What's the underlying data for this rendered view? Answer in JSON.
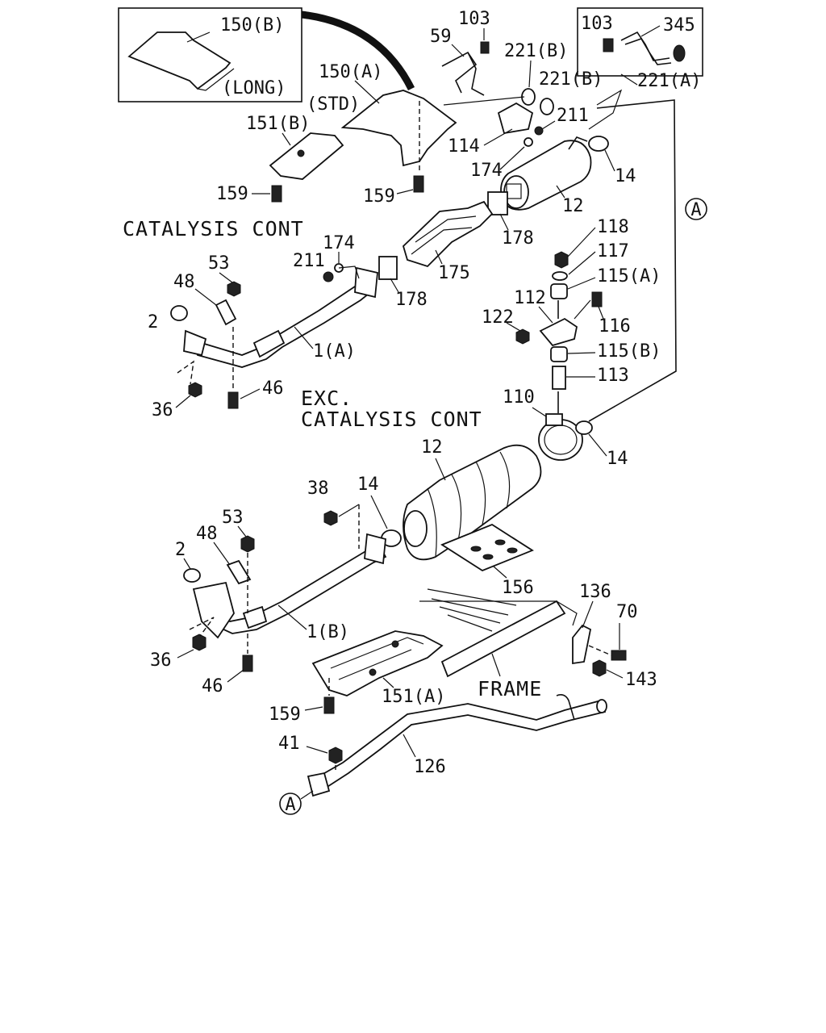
{
  "captions": {
    "catalysis": "CATALYSIS CONT",
    "exc_line1": "EXC.",
    "exc_line2": "CATALYSIS CONT",
    "frame": "FRAME",
    "long": "(LONG)",
    "std": "(STD)"
  },
  "ref_marker": "A",
  "labels": {
    "p150b": "150(B)",
    "p150a": "150(A)",
    "p151b": "151(B)",
    "p159_top_left": "159",
    "p159_top_mid": "159",
    "p59": "59",
    "p103_top": "103",
    "p221b_1": "221(B)",
    "p221b_2": "221(B)",
    "p211_top": "211",
    "p114": "114",
    "p174_top": "174",
    "p103_box": "103",
    "p345": "345",
    "p221a": "221(A)",
    "p14_top": "14",
    "p12_top": "12",
    "p178_right": "178",
    "p175": "175",
    "p178_left": "178",
    "p211_mid": "211",
    "p174_mid": "174",
    "p53_top": "53",
    "p48_top": "48",
    "p2_top": "2",
    "p1a": "1(A)",
    "p36_top": "36",
    "p46_top": "46",
    "p118": "118",
    "p117": "117",
    "p115a": "115(A)",
    "p112": "112",
    "p122": "122",
    "p116": "116",
    "p115b": "115(B)",
    "p113": "113",
    "p110": "110",
    "p14_mid": "14",
    "p12_mid": "12",
    "p38": "38",
    "p14_low": "14",
    "p53_low": "53",
    "p48_low": "48",
    "p2_low": "2",
    "p156": "156",
    "p136": "136",
    "p70": "70",
    "p143": "143",
    "p1b": "1(B)",
    "p36_low": "36",
    "p46_low": "46",
    "p151a": "151(A)",
    "p159_low": "159",
    "p41": "41",
    "p126": "126"
  }
}
